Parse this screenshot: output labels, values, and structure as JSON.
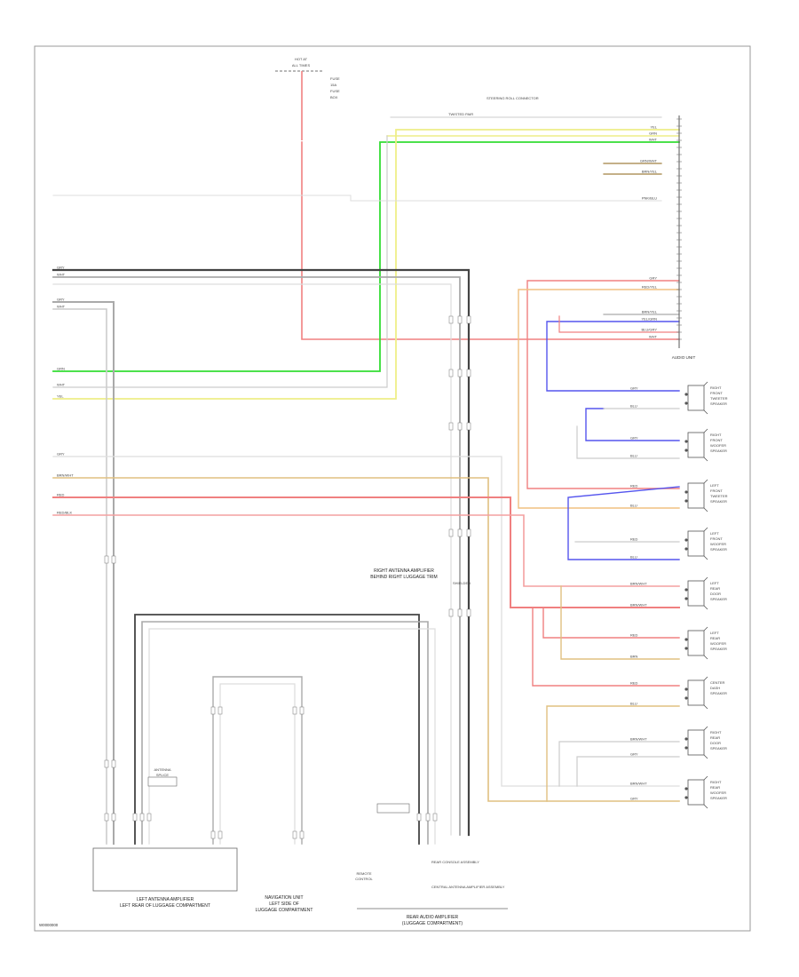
{
  "diagram": {
    "figure_ref": "W0000000",
    "components": {
      "fuse_box": {
        "title_line1": "HOT AT",
        "title_line2": "ALL TIMES",
        "fuse_labels": [
          "FUSE",
          "15A",
          "FUSE",
          "BOX"
        ]
      },
      "audio_unit": {
        "label": "AUDIO UNIT"
      },
      "steering_connector": {
        "label": "STEERING ROLL CONNECTOR"
      },
      "left_antenna": {
        "line1": "LEFT ANTENNA AMPLIFIER",
        "line2": "LEFT REAR OF LUGGAGE COMPARTMENT"
      },
      "right_antenna": {
        "line1": "RIGHT ANTENNA AMPLIFIER",
        "line2": "BEHIND RIGHT LUGGAGE TRIM"
      },
      "navigation": {
        "line1": "NAVIGATION UNIT",
        "line2": "LEFT SIDE OF",
        "line3": "LUGGAGE COMPARTMENT"
      },
      "rear_audio": {
        "line1": "REAR AUDIO AMPLIFIER",
        "line2": "(LUGGAGE COMPARTMENT)"
      },
      "antenna_splice": {
        "line1": "ANTENNA",
        "line2": "SPLICE"
      },
      "remote_label": {
        "line1": "REMOTE",
        "line2": "CONTROL"
      },
      "note1": "REAR CONSOLE ASSEMBLY",
      "note2": "CENTRAL ANTENNA AMPLIFIER ASSEMBLY",
      "speakers": [
        {
          "line1": "RIGHT",
          "line2": "FRONT",
          "line3": "TWEETER",
          "line4": "SPEAKER"
        },
        {
          "line1": "RIGHT",
          "line2": "FRONT",
          "line3": "WOOFER",
          "line4": "SPEAKER"
        },
        {
          "line1": "LEFT",
          "line2": "FRONT",
          "line3": "TWEETER",
          "line4": "SPEAKER"
        },
        {
          "line1": "LEFT",
          "line2": "FRONT",
          "line3": "WOOFER",
          "line4": "SPEAKER"
        },
        {
          "line1": "LEFT",
          "line2": "REAR",
          "line3": "DOOR",
          "line4": "SPEAKER"
        },
        {
          "line1": "LEFT",
          "line2": "REAR",
          "line3": "WOOFER",
          "line4": "SPEAKER"
        },
        {
          "line1": "CENTER",
          "line2": "DASH",
          "line3": "SPEAKER",
          "line4": ""
        },
        {
          "line1": "RIGHT",
          "line2": "REAR",
          "line3": "DOOR",
          "line4": "SPEAKER"
        },
        {
          "line1": "RIGHT",
          "line2": "REAR",
          "line3": "WOOFER",
          "line4": "SPEAKER"
        }
      ]
    },
    "wire_colors": {
      "red": "#f08080",
      "green": "#33dd33",
      "yellow": "#eeee88",
      "blue": "#5555ee",
      "dark": "#444444",
      "grey": "#aaaaaa",
      "orange": "#f0c080",
      "tan": "#e0c080",
      "pink": "#f4a0a0",
      "light": "#dddddd"
    },
    "wire_labels": {
      "top_row": [
        "TWISTED PAIR",
        "SHIELDED"
      ],
      "audio_unit_pins": [
        "YEL",
        "GRN",
        "WHT",
        "GRN/WHT",
        "BRN/YEL",
        "GRY",
        "RED/YEL",
        "BRN/YEL",
        "YEL/GRN",
        "BLU/GRY",
        "WHT",
        "PNK/BLU"
      ],
      "left_side": [
        "GRY",
        "WHT",
        "GRY",
        "WHT",
        "GRN",
        "WHT",
        "YEL",
        "GRY",
        "BRN/WHT",
        "RED",
        "RED/BLK"
      ],
      "speaker_wires": [
        "GRY",
        "BLU",
        "GRY",
        "BLU",
        "RED",
        "BLU",
        "RED",
        "BLU",
        "BRN/WHT",
        "BRN/WHT",
        "RED",
        "BRN",
        "RED",
        "BLU",
        "BRN/WHT",
        "GRY",
        "BRN/WHT",
        "GRY"
      ]
    }
  }
}
